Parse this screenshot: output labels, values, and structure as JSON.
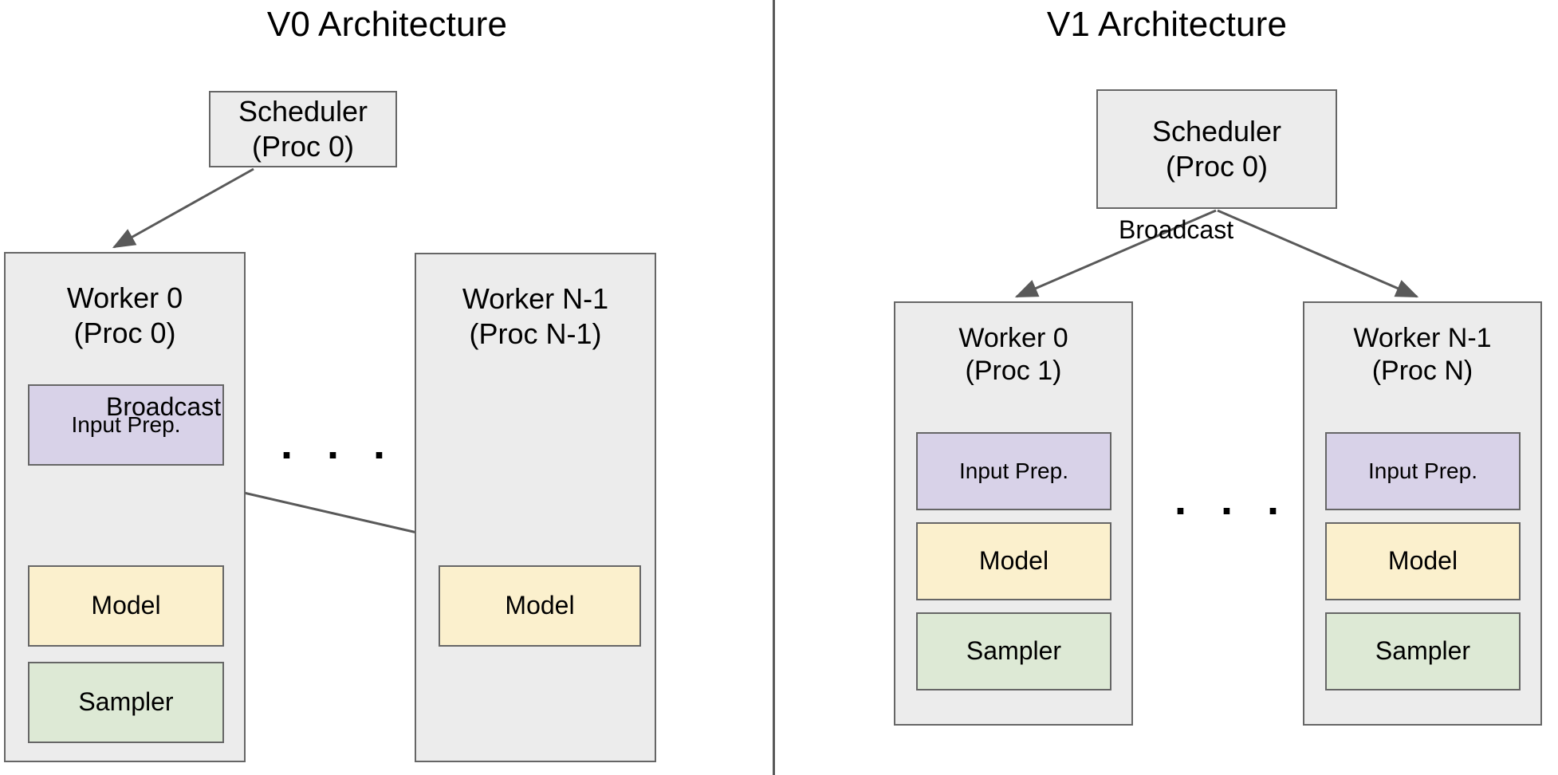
{
  "diagram": {
    "title_left": "V0 Architecture",
    "title_right": "V1 Architecture",
    "colors": {
      "container_gray": "#ececec",
      "input_prep_purple": "#d8d2e8",
      "model_yellow": "#fbf0cd",
      "sampler_green": "#dde9d5",
      "border_gray": "#666666",
      "arrow_gray": "#595959",
      "background": "#ffffff"
    }
  },
  "v0": {
    "title": "V0 Architecture",
    "scheduler": {
      "label": "Scheduler\n(Proc 0)"
    },
    "worker0": {
      "title": "Worker 0\n(Proc 0)",
      "components": [
        {
          "label": "Input Prep.",
          "color": "purple"
        },
        {
          "label": "Model",
          "color": "yellow"
        },
        {
          "label": "Sampler",
          "color": "green"
        }
      ]
    },
    "workerN": {
      "title": "Worker N-1\n(Proc N-1)",
      "components": [
        {
          "label": "Model",
          "color": "yellow"
        }
      ]
    },
    "broadcast_label": "Broadcast",
    "ellipsis": ". . ."
  },
  "v1": {
    "title": "V1 Architecture",
    "scheduler": {
      "label": "Scheduler\n(Proc 0)"
    },
    "broadcast_label": "Broadcast",
    "worker0": {
      "title": "Worker 0\n(Proc 1)",
      "components": [
        {
          "label": "Input Prep.",
          "color": "purple"
        },
        {
          "label": "Model",
          "color": "yellow"
        },
        {
          "label": "Sampler",
          "color": "green"
        }
      ]
    },
    "workerN": {
      "title": "Worker N-1\n(Proc N)",
      "components": [
        {
          "label": "Input Prep.",
          "color": "purple"
        },
        {
          "label": "Model",
          "color": "yellow"
        },
        {
          "label": "Sampler",
          "color": "green"
        }
      ]
    },
    "ellipsis": ". . ."
  }
}
